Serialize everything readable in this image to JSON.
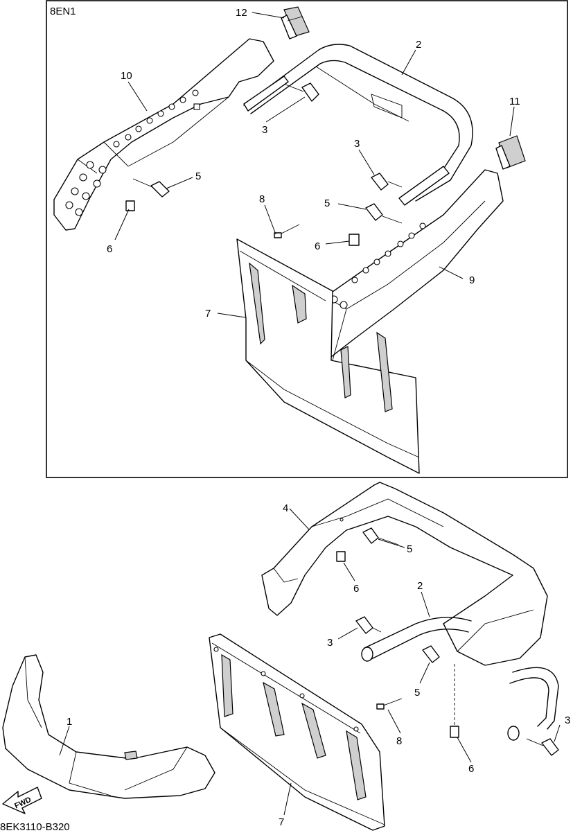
{
  "inset": {
    "model_code": "8EN1"
  },
  "footer": {
    "drawing_id": "8EK3110-B320"
  },
  "fwd_arrow": {
    "label": "FWD",
    "icon": "fwd-arrow-icon"
  },
  "callouts": {
    "inset": [
      "12",
      "2",
      "10",
      "11",
      "3",
      "3",
      "5",
      "8",
      "5",
      "6",
      "6",
      "9",
      "7"
    ],
    "main": [
      "4",
      "5",
      "6",
      "2",
      "3",
      "3",
      "5",
      "1",
      "8",
      "6",
      "7"
    ]
  }
}
